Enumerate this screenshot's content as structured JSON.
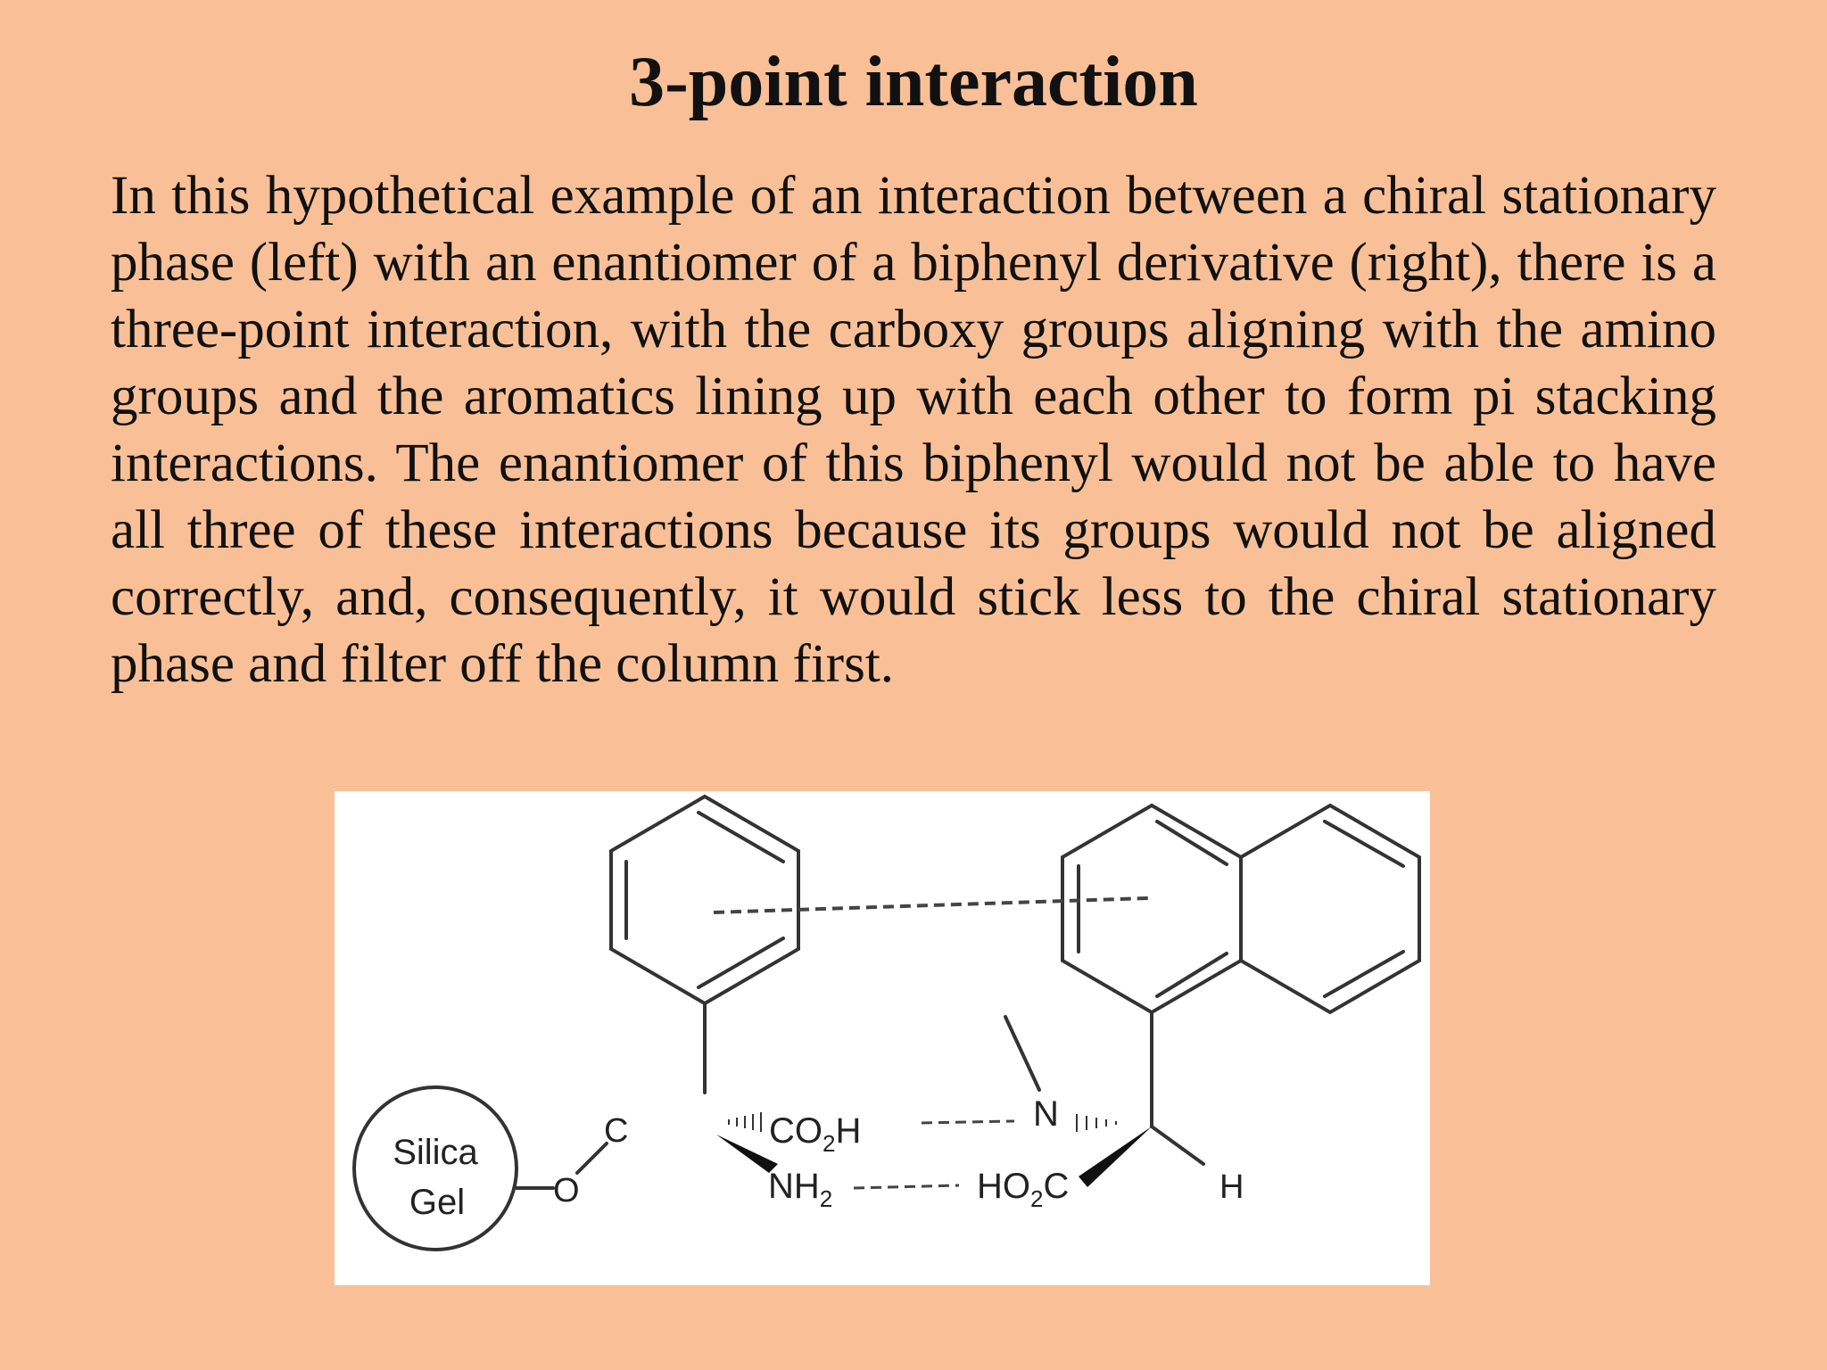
{
  "slide": {
    "title": "3-point interaction",
    "body": "In this hypothetical example of an interaction between a chiral stationary phase (left) with an enantiomer of a biphenyl derivative (right), there is a three-point interaction, with the carboxy groups aligning with the amino groups and the aromatics lining up with each other to form pi stacking interactions. The enantiomer of this biphenyl would not be able to have all three of these interactions because its groups would not be aligned correctly, and, consequently, it would stick less to the chiral stationary phase and filter off the column first."
  },
  "figure": {
    "silica_line1": "Silica",
    "silica_line2": "Gel",
    "oxygen": "O",
    "chiral_carbon": "C",
    "left_acid_co": "CO",
    "left_acid_sub": "2",
    "left_acid_h": "H",
    "left_amine_nh": "NH",
    "left_amine_sub": "2",
    "right_nitrogen": "N",
    "right_acid_ho": "HO",
    "right_acid_sub": "2",
    "right_acid_c": "C",
    "right_hydrogen": "H"
  },
  "colors": {
    "background": "#f9c097",
    "panel": "#ffffff",
    "text": "#111111",
    "structure_lines": "#333333"
  }
}
